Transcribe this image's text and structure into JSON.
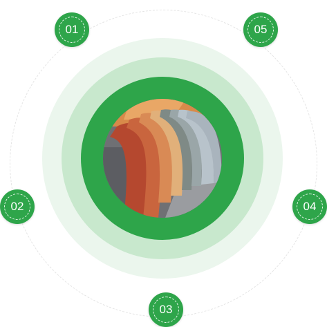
{
  "badges": {
    "b01": "01",
    "b02": "02",
    "b03": "03",
    "b04": "04",
    "b05": "05"
  },
  "photo": {
    "subject": "rolled-colored-roofing-shingle-sheets"
  },
  "colors": {
    "green": "#2ea54a",
    "ring_light": "#ebf6ed",
    "ring_mid": "#c8e8cd"
  }
}
